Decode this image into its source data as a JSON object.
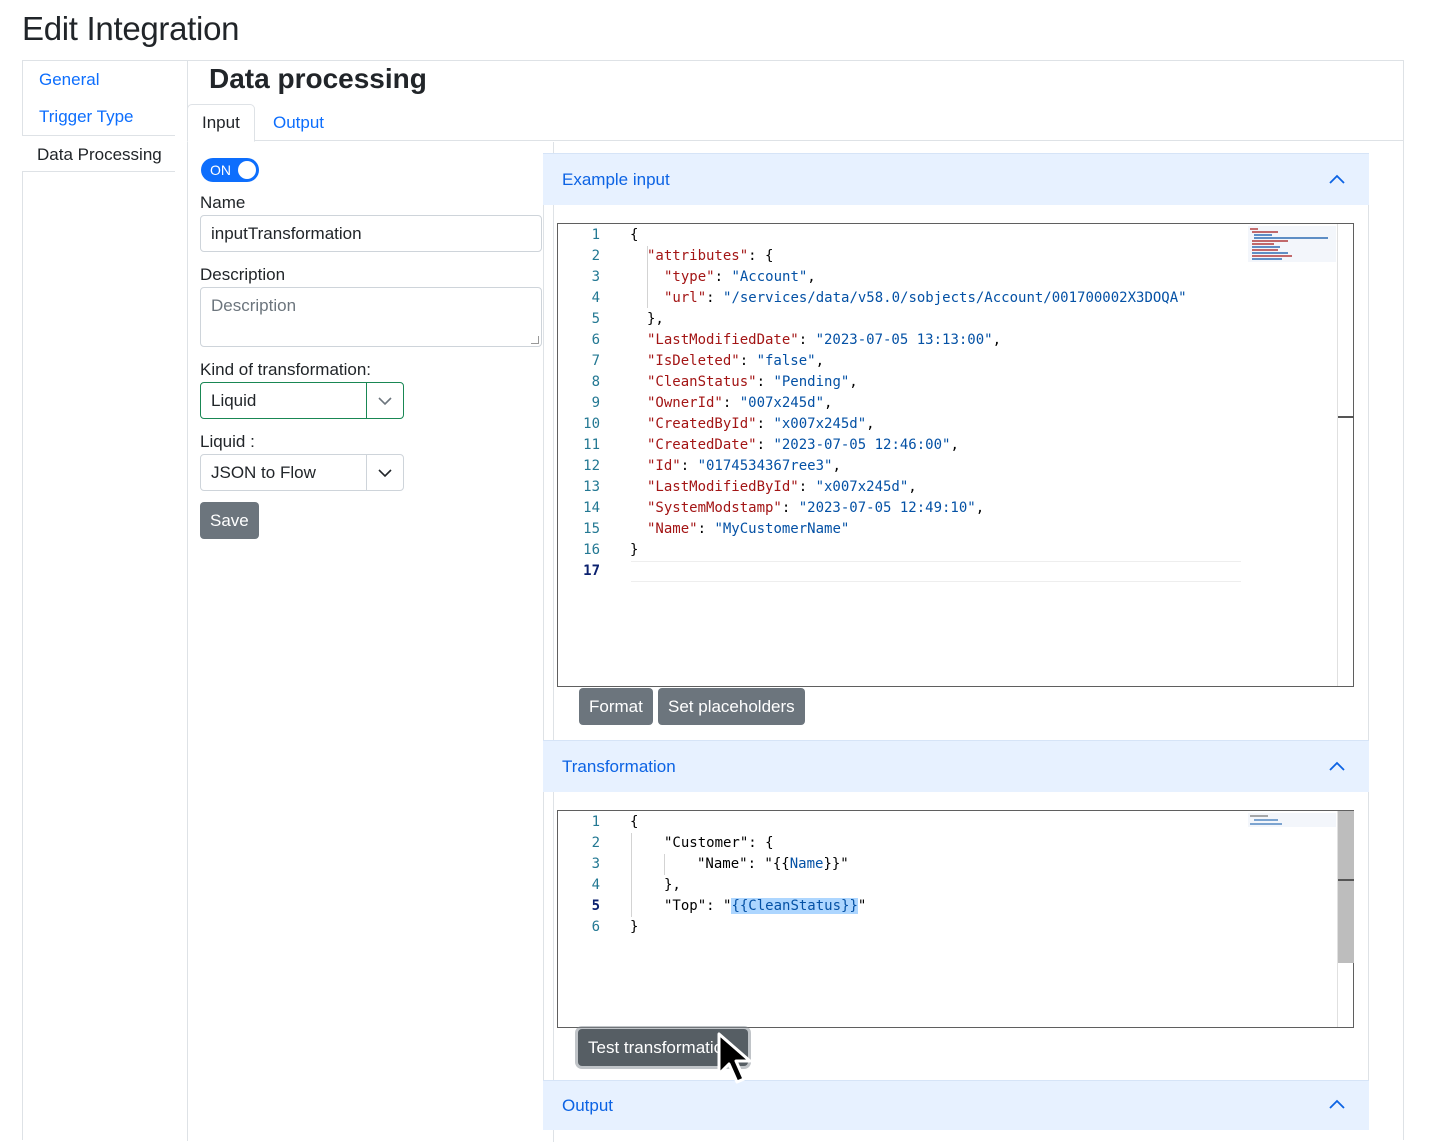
{
  "page": {
    "title": "Edit Integration"
  },
  "nav": {
    "items": [
      {
        "label": "General"
      },
      {
        "label": "Trigger Type"
      },
      {
        "label": "Data Processing"
      }
    ]
  },
  "section": {
    "title": "Data processing"
  },
  "tabs": [
    {
      "label": "Input"
    },
    {
      "label": "Output"
    }
  ],
  "form": {
    "toggle_label": "ON",
    "name_label": "Name",
    "name_value": "inputTransformation",
    "description_label": "Description",
    "description_placeholder": "Description",
    "kind_label": "Kind of transformation:",
    "kind_value": "Liquid",
    "liquid_label": "Liquid :",
    "liquid_value": "JSON to Flow",
    "save_label": "Save"
  },
  "example_input": {
    "title": "Example input",
    "line_numbers": [
      "1",
      "2",
      "3",
      "4",
      "5",
      "6",
      "7",
      "8",
      "9",
      "10",
      "11",
      "12",
      "13",
      "14",
      "15",
      "16",
      "17"
    ],
    "code": {
      "l1": "{",
      "l2k": "\"attributes\"",
      "l2p": ": {",
      "l3k": "\"type\"",
      "l3p": ": ",
      "l3v": "\"Account\"",
      "l3e": ",",
      "l4k": "\"url\"",
      "l4p": ": ",
      "l4v": "\"/services/data/v58.0/sobjects/Account/001700002X3DOQA\"",
      "l5": "},",
      "l6k": "\"LastModifiedDate\"",
      "l6p": ": ",
      "l6v": "\"2023-07-05 13:13:00\"",
      "l6e": ",",
      "l7k": "\"IsDeleted\"",
      "l7p": ": ",
      "l7v": "\"false\"",
      "l7e": ",",
      "l8k": "\"CleanStatus\"",
      "l8p": ": ",
      "l8v": "\"Pending\"",
      "l8e": ",",
      "l9k": "\"OwnerId\"",
      "l9p": ": ",
      "l9v": "\"007x245d\"",
      "l9e": ",",
      "l10k": "\"CreatedById\"",
      "l10p": ": ",
      "l10v": "\"x007x245d\"",
      "l10e": ",",
      "l11k": "\"CreatedDate\"",
      "l11p": ": ",
      "l11v": "\"2023-07-05 12:46:00\"",
      "l11e": ",",
      "l12k": "\"Id\"",
      "l12p": ": ",
      "l12v": "\"0174534367ree3\"",
      "l12e": ",",
      "l13k": "\"LastModifiedById\"",
      "l13p": ": ",
      "l13v": "\"x007x245d\"",
      "l13e": ",",
      "l14k": "\"SystemModstamp\"",
      "l14p": ": ",
      "l14v": "\"2023-07-05 12:49:10\"",
      "l14e": ",",
      "l15k": "\"Name\"",
      "l15p": ": ",
      "l15v": "\"MyCustomerName\"",
      "l16": "}"
    },
    "format_label": "Format",
    "placeholders_label": "Set placeholders"
  },
  "transformation": {
    "title": "Transformation",
    "line_numbers": [
      "1",
      "2",
      "3",
      "4",
      "5",
      "6"
    ],
    "code": {
      "l1": "{",
      "l2": "\"Customer\": {",
      "l3a": "\"Name\": \"{{",
      "l3b": "Name",
      "l3c": "}}\"",
      "l4": "},",
      "l5a": "\"Top\": \"",
      "l5b": "{{CleanStatus}}",
      "l5c": "\"",
      "l6": "}"
    },
    "test_label": "Test transformation"
  },
  "output": {
    "title": "Output"
  },
  "colors": {
    "link": "#0d6efd",
    "accordion_bg": "#e7f1ff",
    "button_gray": "#6c757d",
    "json_key": "#a31515",
    "json_value": "#0451a5",
    "focus_green": "#198754"
  },
  "icons": {
    "accordion_toggle": "chevron-up-icon",
    "select_toggle": "chevron-down-icon",
    "pointer": "mouse-cursor-icon"
  }
}
